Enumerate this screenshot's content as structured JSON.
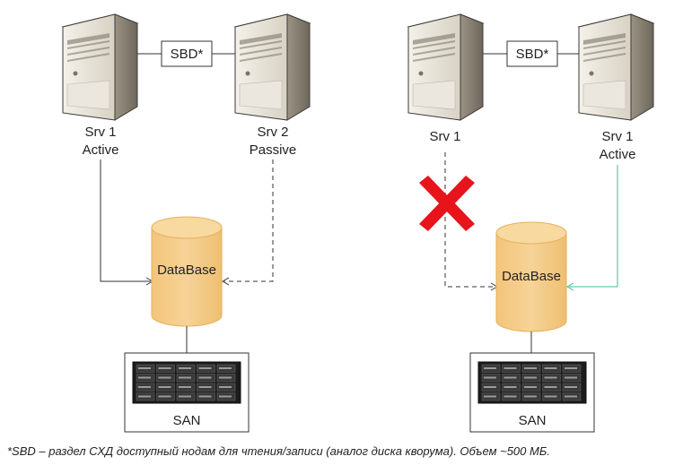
{
  "left": {
    "sbd_label": "SBD*",
    "server1": {
      "line1": "Srv 1",
      "line2": "Active"
    },
    "server2": {
      "line1": "Srv 2",
      "line2": "Passive"
    },
    "database_label": "DataBase",
    "san_label": "SAN"
  },
  "right": {
    "sbd_label": "SBD*",
    "server1": {
      "line1": "Srv 1"
    },
    "server2": {
      "line1": "Srv 1",
      "line2": "Active"
    },
    "database_label": "DataBase",
    "san_label": "SAN",
    "failed_link_marker": "red-x-icon"
  },
  "footnote": "*SBD – раздел СХД доступный нодам для чтения/записи (аналог диска кворума). Объем ~500 МБ.",
  "colors": {
    "db_fill": "#f2c77f",
    "db_stroke": "#e9b764",
    "active_link_right": "#3fbf8c",
    "x_mark": "#e8141c",
    "server_body": "#e6e1d8"
  }
}
